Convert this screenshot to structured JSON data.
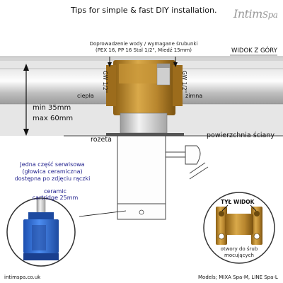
{
  "title": "Tips for simple & fast DIY installation.",
  "logo": {
    "main": "Intim",
    "sub": "Spa"
  },
  "supply_note": {
    "line1": "Doprowadzenie wody / wymagane śrubunki",
    "line2": "(PEX 16, PP 16 Stal 1/2\", Miedź 15mm)"
  },
  "top_view_label": "WIDOK Z GÓRY",
  "thread_label": "GW 1/2\"",
  "hot_label": "ciepła",
  "cold_label": "zimna",
  "depth": {
    "min": "min 35mm",
    "max": "max 60mm"
  },
  "rosette_label": "rozeta",
  "wall_surface_label": "powierzchnia ściany",
  "service_note": {
    "line1": "Jedna część serwisowa",
    "line2": "(głowica ceramiczna)",
    "line3": "dostępna po zdjęciu rączki"
  },
  "cartridge_note": {
    "line1": "ceramic",
    "line2": "cartridge 25mm"
  },
  "rear_view": {
    "title": "TYŁ WIDOK",
    "line1": "otwory do śrub",
    "line2": "mocujących"
  },
  "footer": {
    "website": "intimspa.co.uk",
    "models": "Models; MIXA Spa-M, LINE Spa-L"
  },
  "colors": {
    "brass": "#b8862e",
    "pipe": "#c9c9c9",
    "cartridge_blue": "#2f6fd6",
    "wall": "#d9d9d9"
  }
}
